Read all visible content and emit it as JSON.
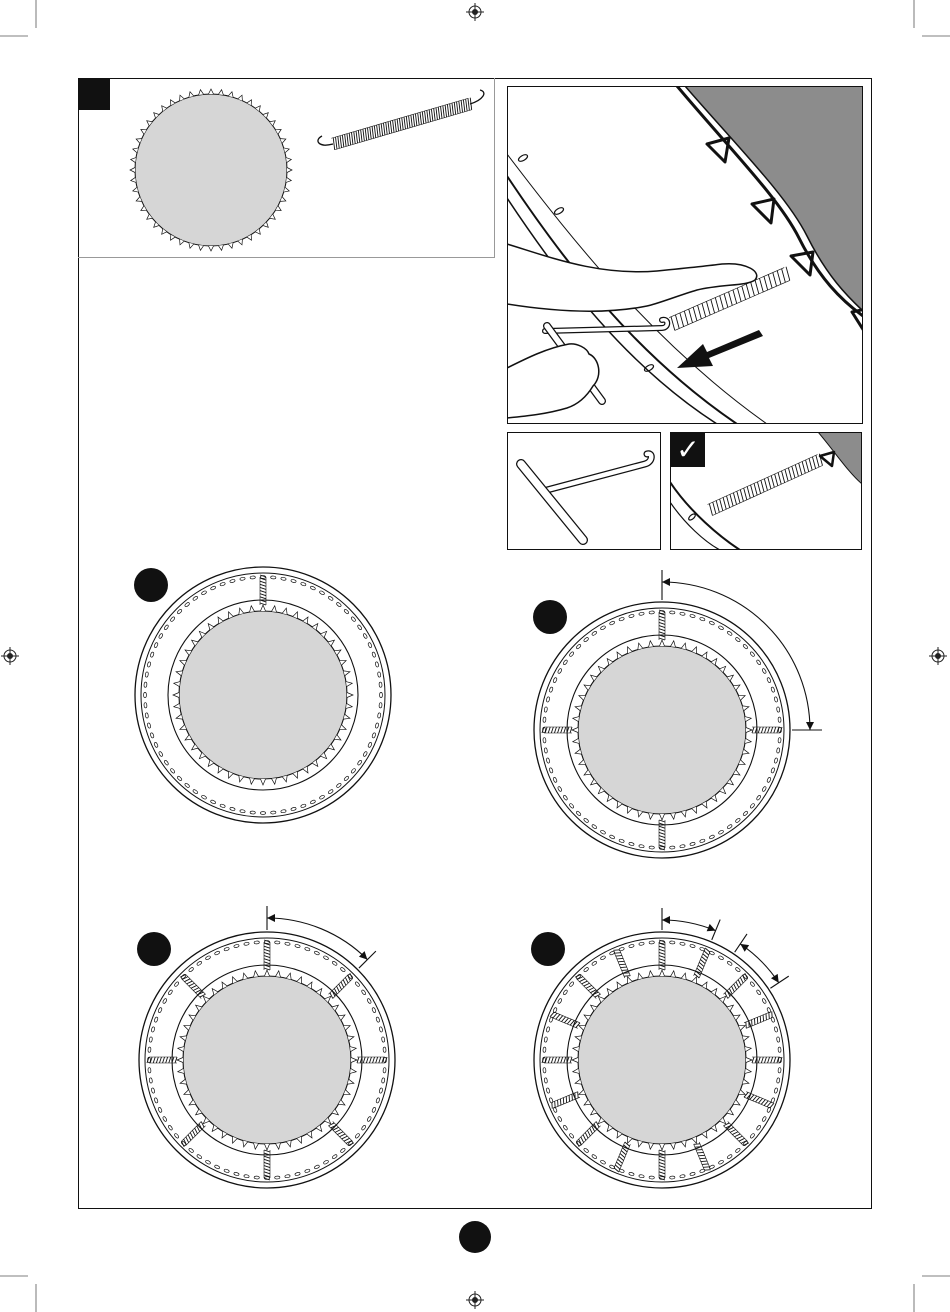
{
  "page": {
    "ink_color": "#111111",
    "mat_fill": "#d6d6d6",
    "frame_fill": "#ffffff",
    "dark_panel_fill": "#8c8c8c",
    "badge_fill": "#111111"
  },
  "icons": {
    "check": "✓"
  },
  "steps": [
    {
      "name": "step-1",
      "springs_attached": 1
    },
    {
      "name": "step-2",
      "springs_attached": 4
    },
    {
      "name": "step-3",
      "springs_attached": 8
    },
    {
      "name": "step-4",
      "springs_attached": 16
    }
  ]
}
